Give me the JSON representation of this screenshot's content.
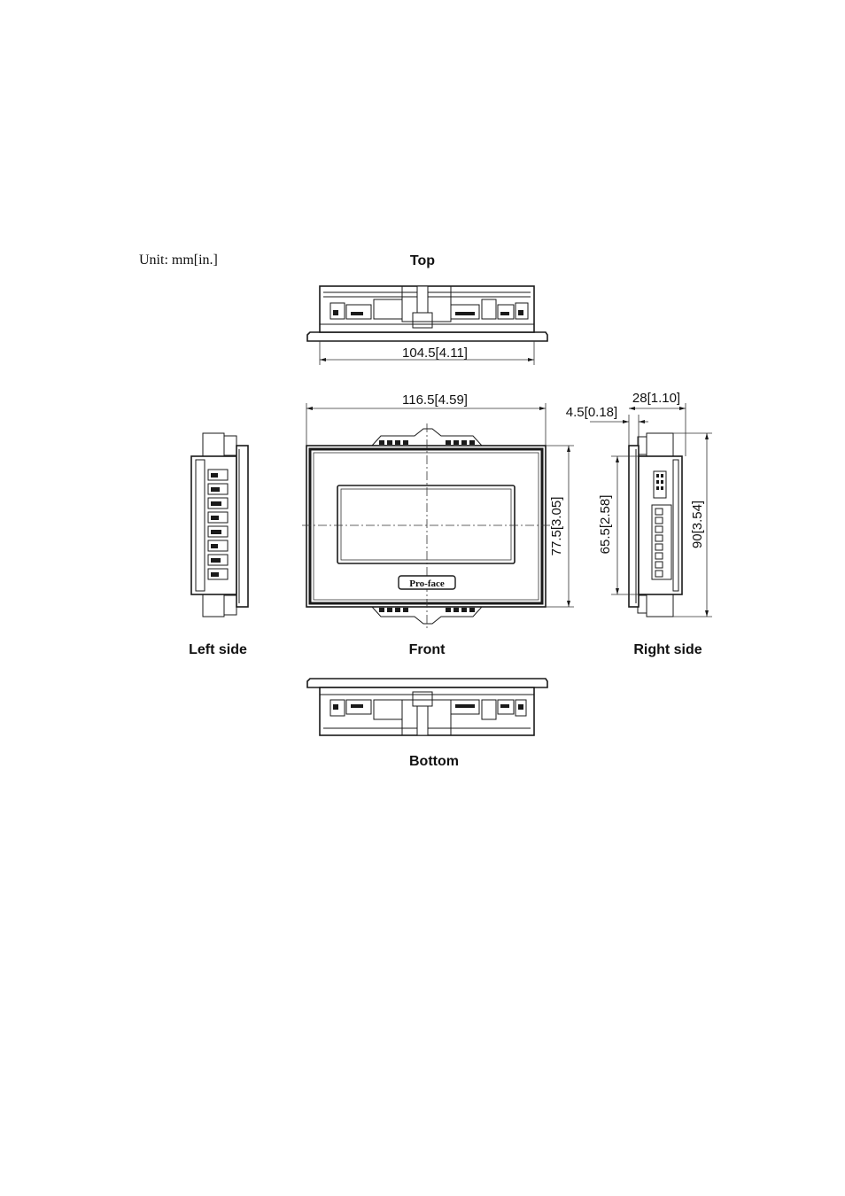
{
  "unit_note": "Unit: mm[in.]",
  "views": {
    "top": "Top",
    "left_side": "Left side",
    "front": "Front",
    "right_side": "Right side",
    "bottom": "Bottom"
  },
  "dimensions": {
    "top_width": "104.5[4.11]",
    "front_width": "116.5[4.59]",
    "front_height": "77.5[3.05]",
    "bezel_depth": "4.5[0.18]",
    "total_depth": "28[1.10]",
    "body_height": "65.5[2.58]",
    "total_height": "90[3.54]"
  },
  "logo_text": "Pro-face"
}
